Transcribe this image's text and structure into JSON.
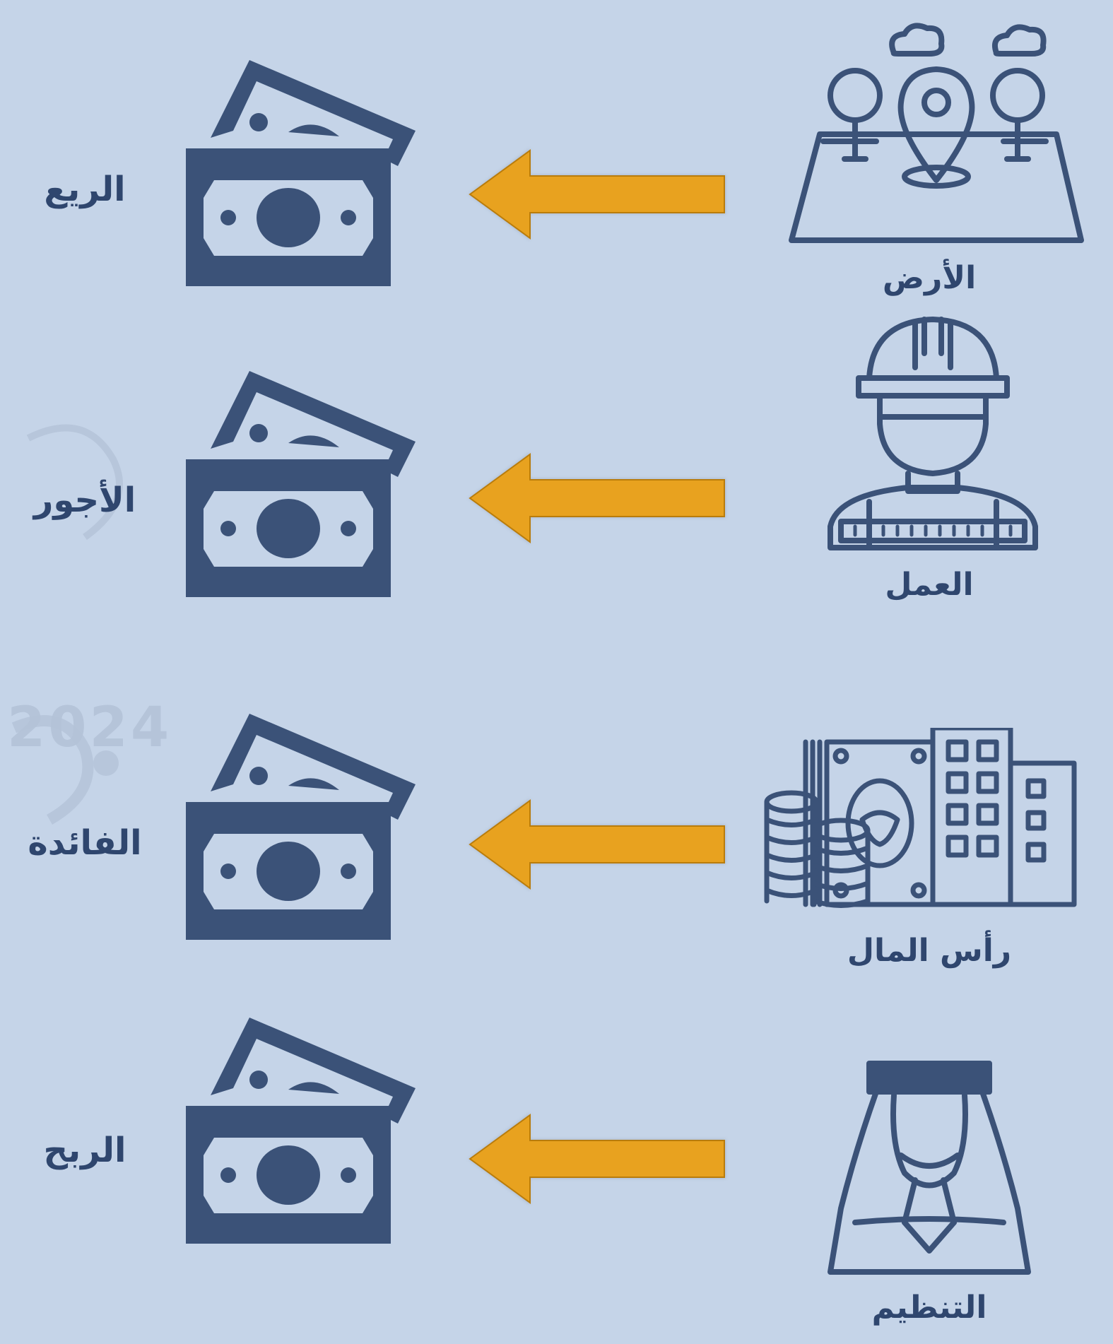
{
  "watermark": {
    "year": "2024"
  },
  "rows": [
    {
      "factor": "الأرض",
      "reward": "الريع",
      "factor_icon": "land-map-pin-icon",
      "reward_icon": "money-bills-icon",
      "arrow_color": "#e8a21f"
    },
    {
      "factor": "العمل",
      "reward": "الأجور",
      "factor_icon": "worker-hardhat-icon",
      "reward_icon": "money-bills-icon",
      "arrow_color": "#e8a21f"
    },
    {
      "factor": "رأس المال",
      "reward": "الفائدة",
      "factor_icon": "capital-coins-building-icon",
      "reward_icon": "money-bills-icon",
      "arrow_color": "#e8a21f"
    },
    {
      "factor": "التنظيم",
      "reward": "الربح",
      "factor_icon": "entrepreneur-person-icon",
      "reward_icon": "money-bills-icon",
      "arrow_color": "#e8a21f"
    }
  ],
  "colors": {
    "background": "#c5d4e8",
    "icon": "#3b5278",
    "arrow": "#e8a21f"
  }
}
